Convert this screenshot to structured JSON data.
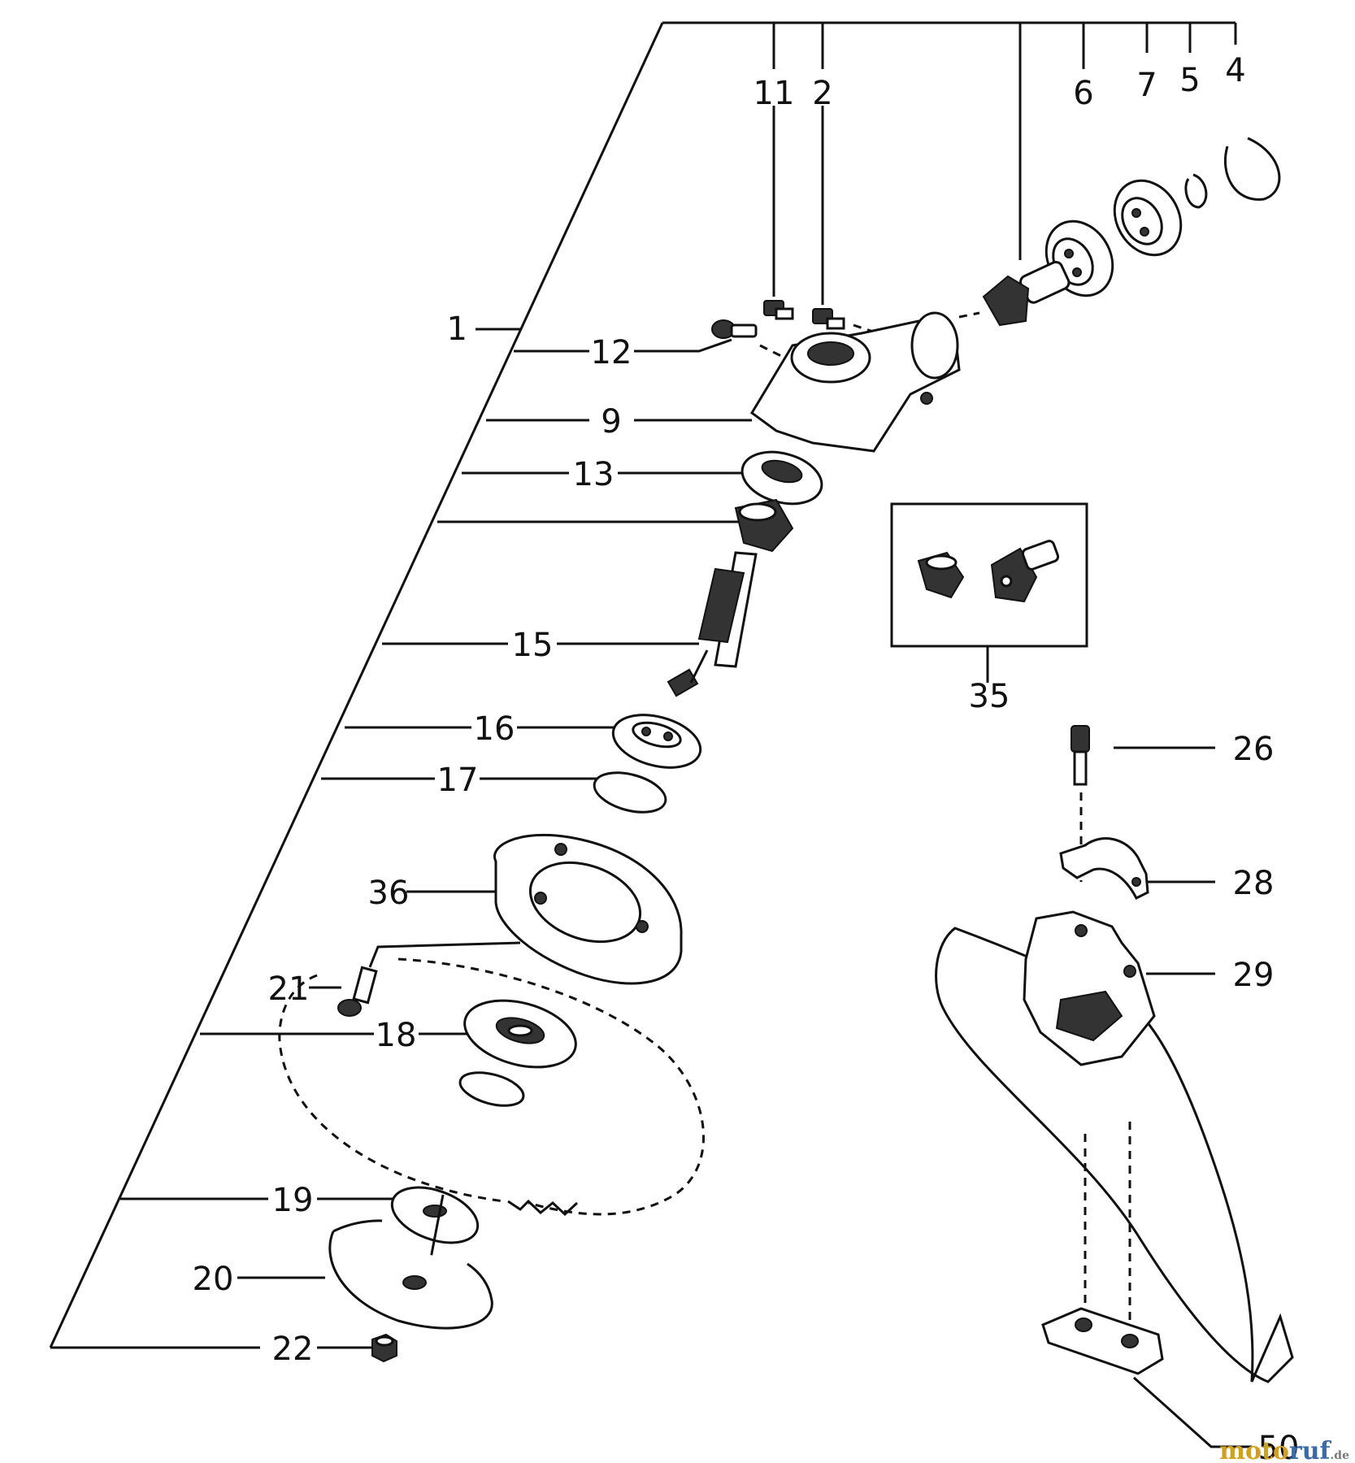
{
  "diagram": {
    "part_numbers": [
      "1",
      "2",
      "4",
      "5",
      "6",
      "7",
      "9",
      "11",
      "12",
      "13",
      "15",
      "16",
      "17",
      "18",
      "19",
      "20",
      "21",
      "22",
      "26",
      "28",
      "29",
      "35",
      "36",
      "50"
    ]
  },
  "watermark": {
    "brand_main": "moto",
    "brand_accent": "ruf",
    "tld": ".de"
  }
}
